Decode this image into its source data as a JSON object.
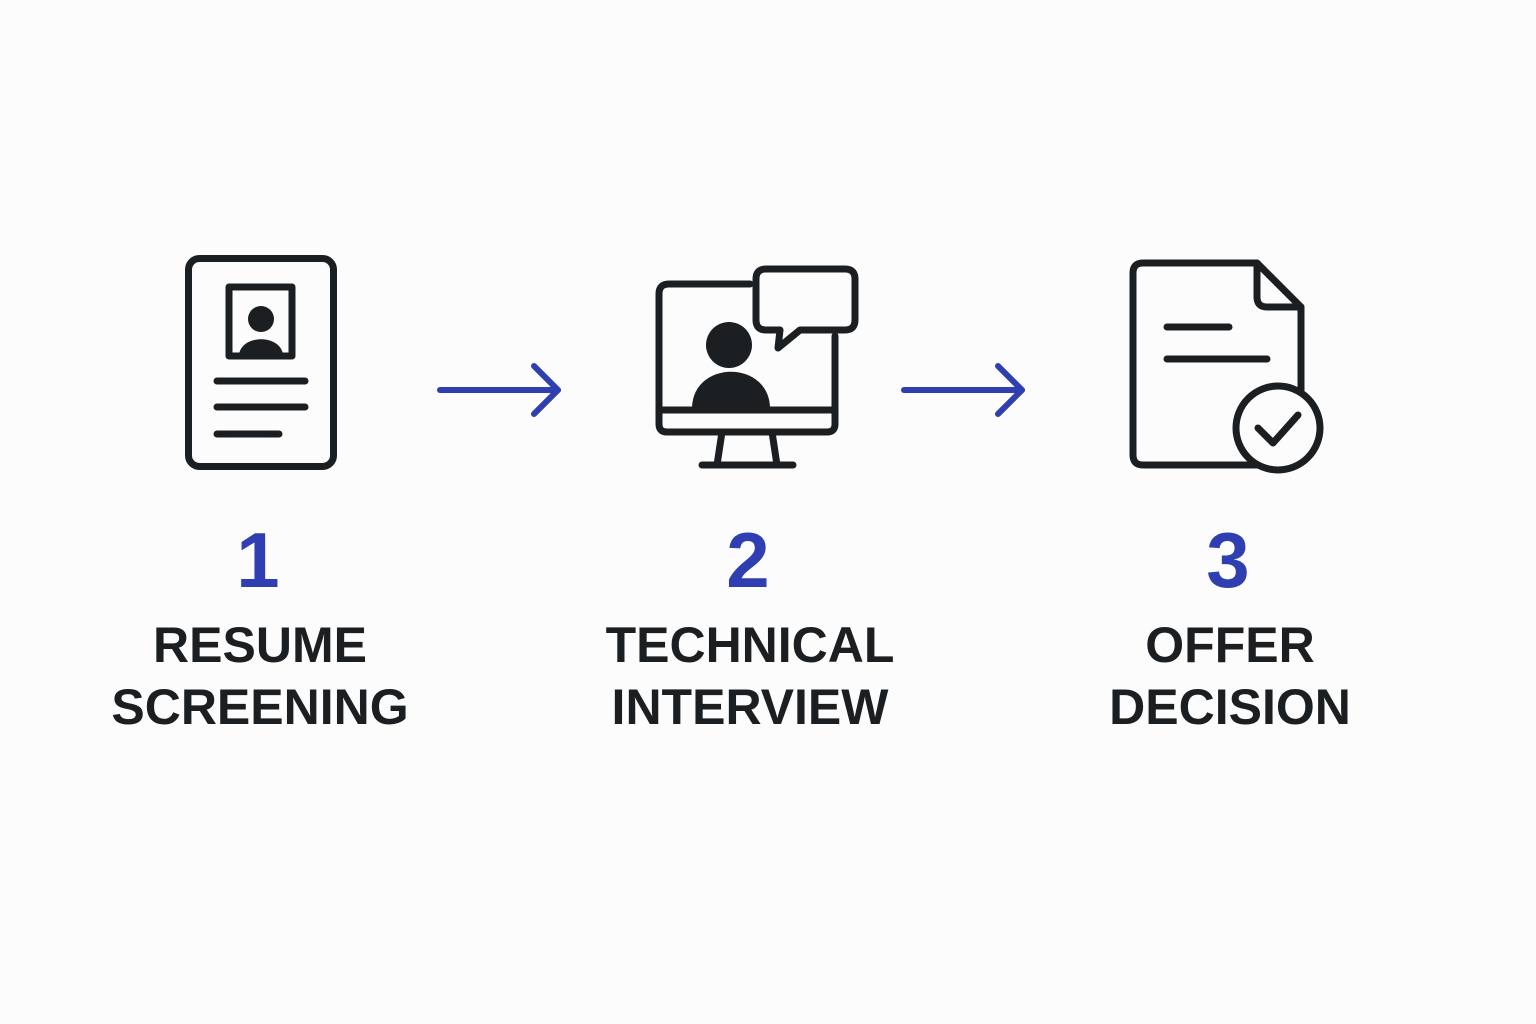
{
  "diagram": {
    "accent_color": "#2f3fb2",
    "ink_color": "#1c1f22",
    "background_color": "#fcfcfc",
    "steps": [
      {
        "number": "1",
        "label_line1": "RESUME",
        "label_line2": "SCREENING",
        "icon": "resume-icon"
      },
      {
        "number": "2",
        "label_line1": "TECHNICAL",
        "label_line2": "INTERVIEW",
        "icon": "video-interview-icon"
      },
      {
        "number": "3",
        "label_line1": "OFFER",
        "label_line2": "DECISION",
        "icon": "approved-document-icon"
      }
    ],
    "connectors": [
      {
        "from": "1",
        "to": "2",
        "icon": "arrow-right-icon"
      },
      {
        "from": "2",
        "to": "3",
        "icon": "arrow-right-icon"
      }
    ]
  }
}
